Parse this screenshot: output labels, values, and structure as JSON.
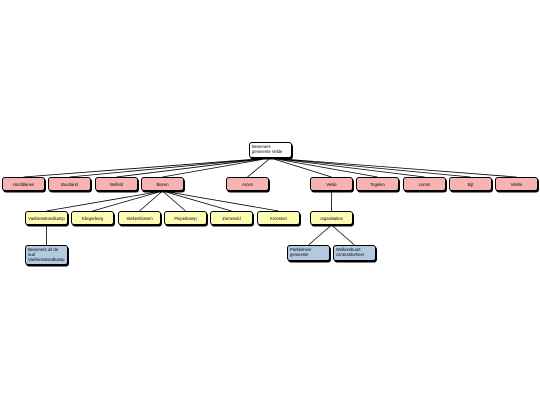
{
  "colors": {
    "line": "#000000",
    "pink": "#f7b3b3",
    "yellow": "#fdfcb4",
    "blue": "#b3c9e0",
    "root": "#ffffff"
  },
  "root": {
    "label": "Bewoners\ngemeente Velde"
  },
  "level1": [
    "Hoofdlanes",
    "Buurland",
    "Belfeld",
    "Bioren",
    "Arcen",
    "Velde",
    "Tegelen",
    "Lomm",
    "Eijt",
    "Veldre"
  ],
  "bioren_children": [
    "Vaelsesstrandkamp",
    "Kliegerburg",
    "Stekentlossen",
    "Pieperkamp",
    "Zomeveld",
    "Kroosner"
  ],
  "vaelses_child": {
    "label": "Bewoners uit de\noud\nVaelsesstrandkamp"
  },
  "velde_child": {
    "label": "organisaties"
  },
  "organisaties_children": [
    {
      "label": "Parkbeheer\ngemeente"
    },
    {
      "label": "Welkombuurt\ncentrumbeheer"
    }
  ]
}
